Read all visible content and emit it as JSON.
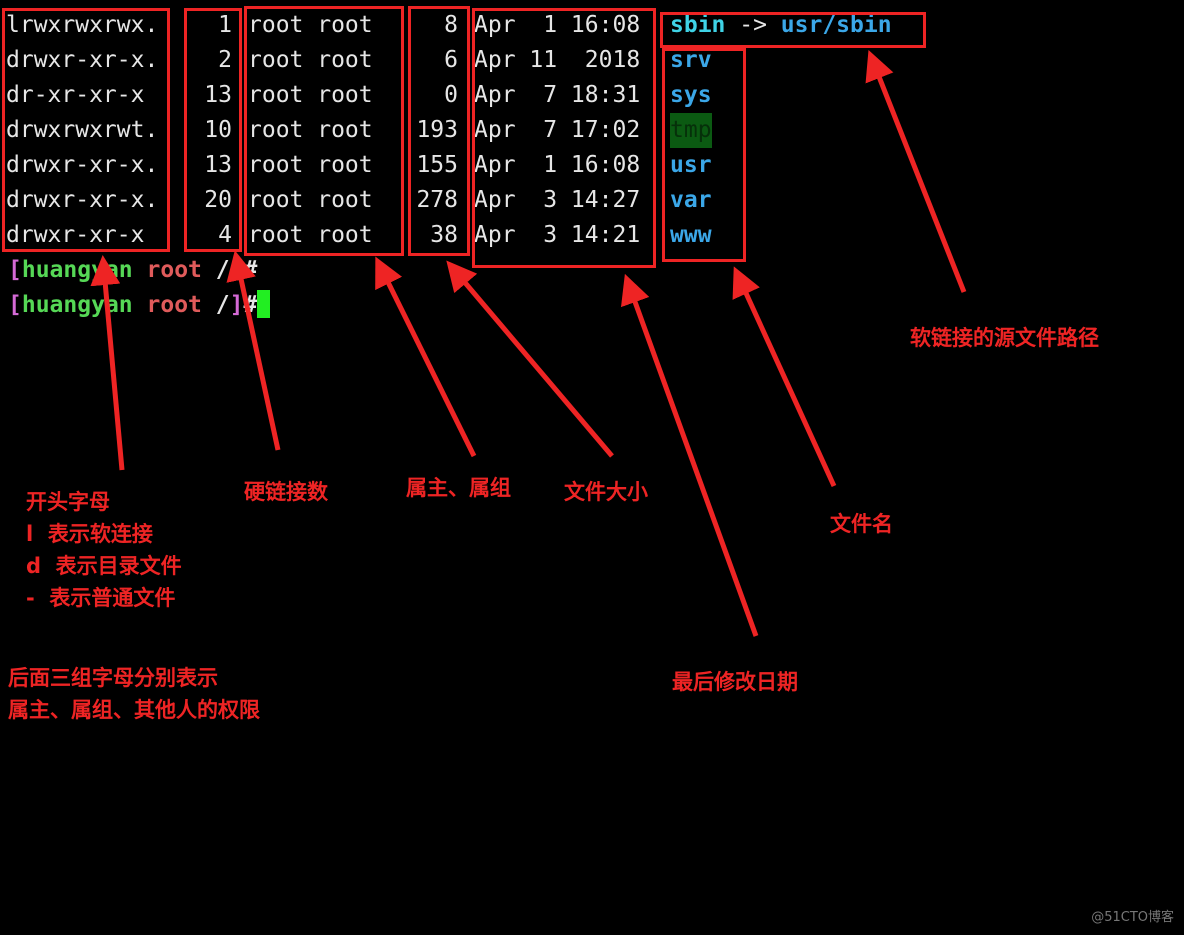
{
  "rows": [
    {
      "perm": "lrwxrwxrwx.",
      "links": "1",
      "owner": "root root",
      "size": "8",
      "date": "Apr  1 16:08"
    },
    {
      "perm": "drwxr-xr-x.",
      "links": "2",
      "owner": "root root",
      "size": "6",
      "date": "Apr 11  2018",
      "name": "srv"
    },
    {
      "perm": "dr-xr-xr-x",
      "links": "13",
      "owner": "root root",
      "size": "0",
      "date": "Apr  7 18:31",
      "name": "sys"
    },
    {
      "perm": "drwxrwxrwt.",
      "links": "10",
      "owner": "root root",
      "size": "193",
      "date": "Apr  7 17:02",
      "name": "tmp"
    },
    {
      "perm": "drwxr-xr-x.",
      "links": "13",
      "owner": "root root",
      "size": "155",
      "date": "Apr  1 16:08",
      "name": "usr"
    },
    {
      "perm": "drwxr-xr-x.",
      "links": "20",
      "owner": "root root",
      "size": "278",
      "date": "Apr  3 14:27",
      "name": "var"
    },
    {
      "perm": "drwxr-xr-x",
      "links": "4",
      "owner": "root root",
      "size": "38",
      "date": "Apr  3 14:21",
      "name": "www"
    }
  ],
  "symlink": {
    "name": "sbin",
    "arrow": " -> ",
    "target": "usr/sbin"
  },
  "prompt": {
    "open": "[",
    "user": "huangyan",
    "host": "root",
    "path": "/",
    "close": "]",
    "symbol": "#"
  },
  "annotations": {
    "first_letter": "开头字母\nl  表示软连接\nd  表示目录文件\n-  表示普通文件",
    "three_groups": "后面三组字母分别表示\n属主、属组、其他人的权限",
    "hard_links": "硬链接数",
    "owner_group": "属主、属组",
    "file_size": "文件大小",
    "mod_date": "最后修改日期",
    "file_name": "文件名",
    "symlink_source": "软链接的源文件路径"
  },
  "watermark": "@51CTO博客",
  "colors": {
    "annotation": "#ee2424",
    "directory": "#3ba7e8",
    "symlink": "#3fd3e6",
    "user": "#56d856",
    "host": "#e05b5b",
    "bracket": "#d56ad6",
    "cursor": "#22ee22"
  }
}
